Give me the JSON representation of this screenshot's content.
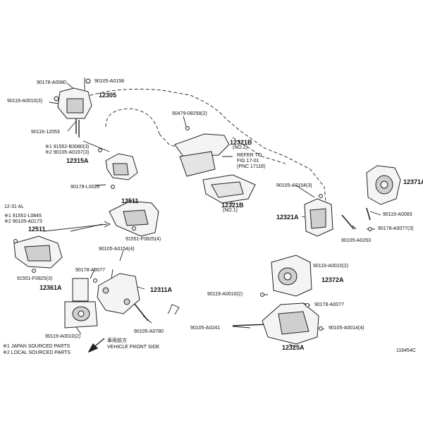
{
  "labels": {
    "p90178_a0080": "90178-A0080",
    "p90105_a0158": "90105-A0158",
    "p90119_a0010_3": "90119-A0010(3)",
    "p12305": "12305",
    "p90116_12053": "90116-12053",
    "p91552_b3080": "※1 91552-B3080(3)",
    "p90105_a0167": "※2 90105-A0167(3)",
    "p12315a": "12315A",
    "p90178_l0026": "90178-L0026",
    "p12511_top": "12511",
    "p91551_f0825_4": "91551-F0825(4)",
    "p_note": "12-31 AL",
    "p91551_l0845": "※1 91551-L0845",
    "p90105_a0173": "※2 90105-A0173",
    "p12511": "12511",
    "p91551_f0825_3": "91551-F0825(3)",
    "p12361a": "12361A",
    "p90178_a0077_mid": "90178-A0077",
    "p90105_a0154_4": "90105-A0154(4)",
    "p12311a": "12311A",
    "p90105_a0780": "90105-A0780",
    "p90119_a0010_2_left": "90119-A0010(2)",
    "p90479_08258": "90479-08258(2)",
    "p12321b": "12321B",
    "p12321b_no2": "(NO.2)",
    "p_refer_line1": "REFER TO",
    "p_refer_line2": "FIG 17-01",
    "p_refer_line3": "(PNC 17118)",
    "p12321b_lower": "12321B",
    "p12321b_lower_no": "(NO.1)",
    "p90105_a0154_3": "90105-A0154(3)",
    "p12321a": "12321A",
    "p90105_a0263": "90105-A0263",
    "p12371a": "12371A",
    "p90119_a0083": "90119-A0083",
    "p90178_a0077_3": "90178-A0077(3)",
    "p90119_a0010_2": "90119-A0010(2)",
    "p12372a": "12372A",
    "p90119_a0010_2b": "90119-A0010(2)",
    "p90178_a0077": "90178-A0077",
    "p90105_a0241": "90105-A0241",
    "p90105_a0014_4": "90105-A0014(4)",
    "p12325a": "12325A",
    "legend_jp": "※1 JAPAN SOURCED PARTS",
    "legend_local": "※2 LOCAL SOURCED PARTS",
    "front_jp": "車両前方",
    "front_en": "VEHICLE FRONT SIDE",
    "figure_id": "116454C"
  },
  "colors": {
    "line": "#222222",
    "fill": "#f4f4f4",
    "shade": "#cfcfcf"
  }
}
